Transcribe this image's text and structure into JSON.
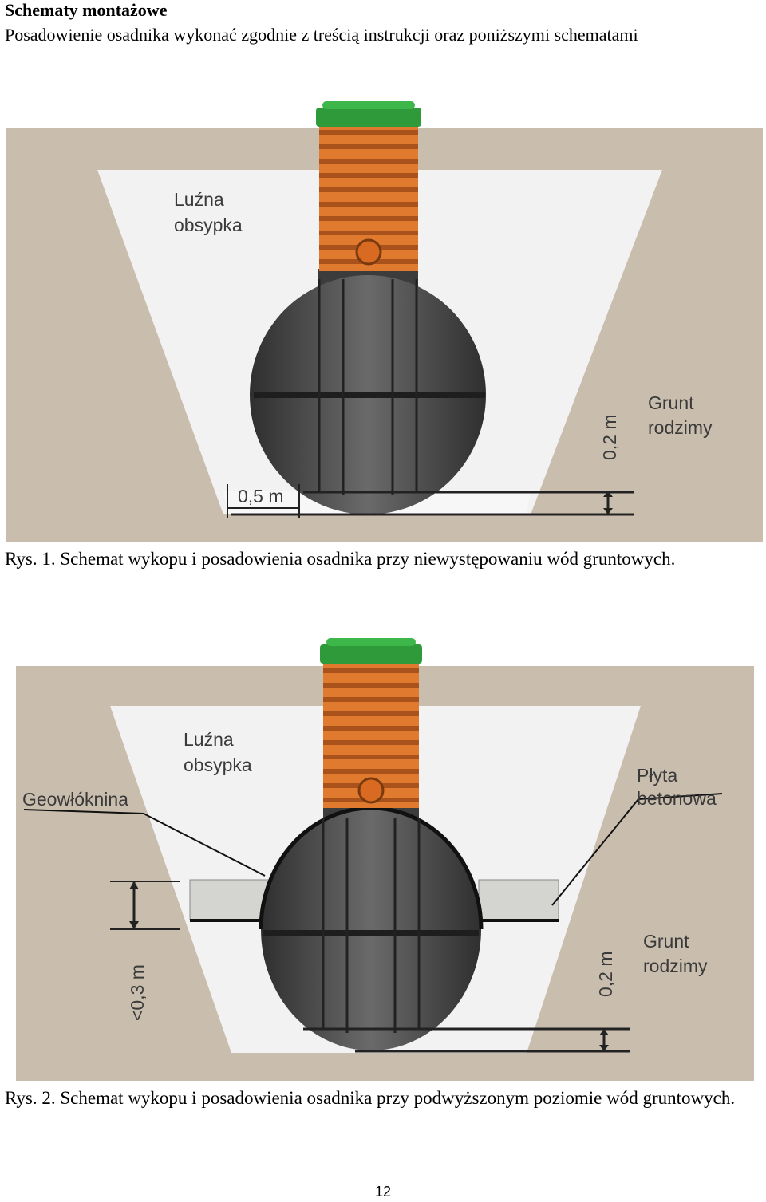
{
  "heading": "Schematy montażowe",
  "intro": "Posadowienie osadnika wykonać zgodnie z treścią instrukcji oraz poniższymi schematami",
  "figure1": {
    "caption": "Rys. 1. Schemat wykopu i posadowienia osadnika przy niewystępowaniu wód gruntowych.",
    "label_fill_line1": "Luźna",
    "label_fill_line2": "obsypka",
    "label_soil_line1": "Grunt",
    "label_soil_line2": "rodzimy",
    "dim_width": "0,5 m",
    "dim_depth": "0,2 m"
  },
  "figure2": {
    "caption": "Rys. 2. Schemat wykopu i posadowienia osadnika przy podwyższonym poziomie wód gruntowych.",
    "label_fill_line1": "Luźna",
    "label_fill_line2": "obsypka",
    "label_geo": "Geowłóknina",
    "label_plate_line1": "Płyta",
    "label_plate_line2": "betonowa",
    "label_soil_line1": "Grunt",
    "label_soil_line2": "rodzimy",
    "dim_height": "<0,3 m",
    "dim_depth": "0,2 m"
  },
  "page_number": "12",
  "colors": {
    "soil": "#c9bdae",
    "fill": "#f2f2f2",
    "tank": "#4a4a4a",
    "riser": "#e07a2e",
    "lid": "#2e9a3a",
    "concrete": "#d4d4d0"
  }
}
